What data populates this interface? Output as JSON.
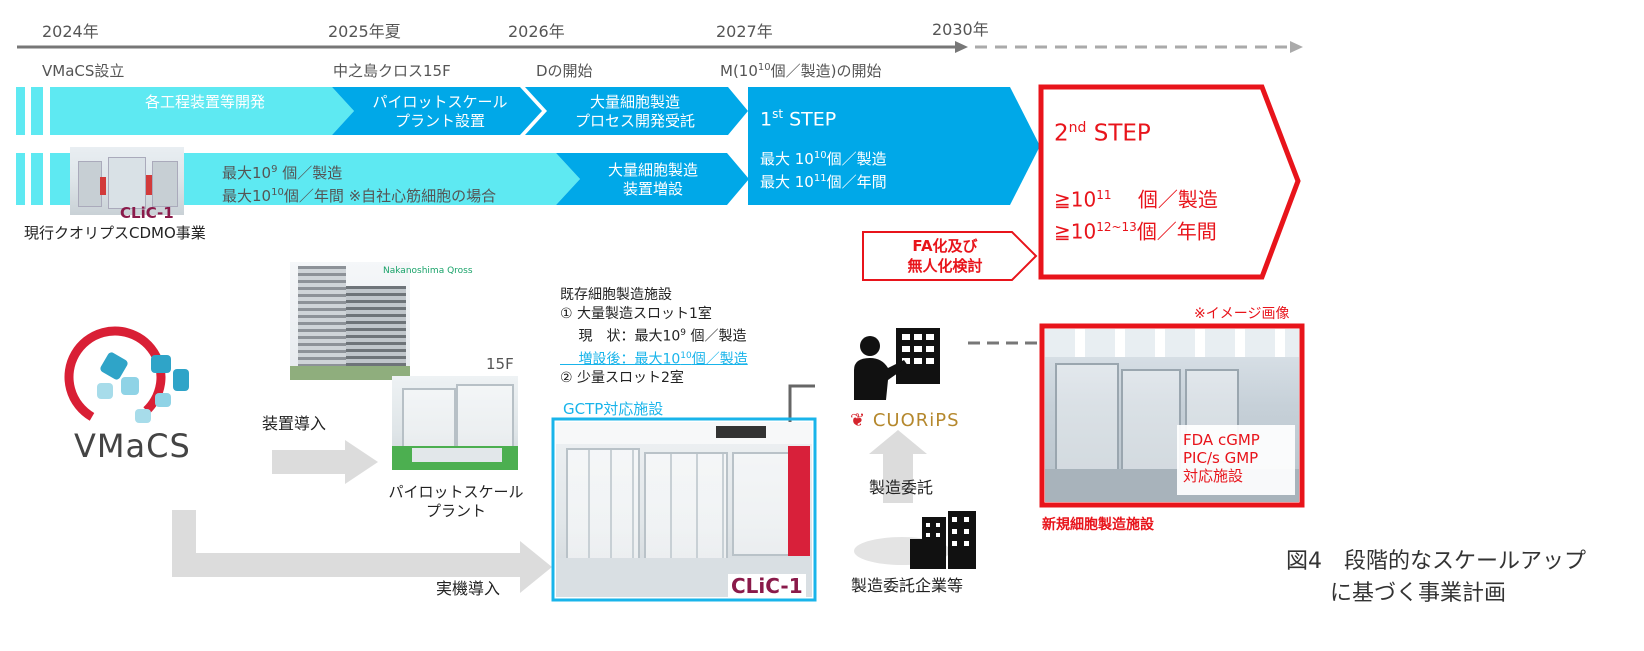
{
  "timeline": {
    "years": [
      "2024年",
      "2025年夏",
      "2026年",
      "2027年",
      "2030年"
    ],
    "milestones": [
      "VMaCS設立",
      "中之島クロス15F",
      "Dの開始",
      "M(10",
      "10",
      "個／製造)の開始"
    ]
  },
  "row1": {
    "dev": "各工程装置等開発",
    "pilot": [
      "パイロットスケール",
      "プラント設置"
    ],
    "process": [
      "大量細胞製造",
      "プロセス開発受託"
    ]
  },
  "row2": {
    "max1": "最大10",
    "exp9": "9",
    "unit1": " 個／製造",
    "max2": "最大10",
    "exp10": "10",
    "unit2": "個／年間 ※自社心筋細胞の場合",
    "expand": [
      "大量細胞製造",
      "装置増設"
    ]
  },
  "current_cdmo": "現行クオリプスCDMO事業",
  "clic_logo": "CLiC-1",
  "step1": {
    "title_pre": "1",
    "title_sup": "st",
    "title_post": " STEP",
    "line1_pre": "最大 10",
    "line1_sup": "10",
    "line1_post": "個／製造",
    "line2_pre": "最大 10",
    "line2_sup": "11",
    "line2_post": "個／年間"
  },
  "step2": {
    "title_pre": "2",
    "title_sup": "nd",
    "title_post": " STEP",
    "line1_pre": "≧10",
    "line1_sup": "11",
    "line1_post": "　 個／製造",
    "line2_pre": "≧10",
    "line2_sup": "12~13",
    "line2_post": "個／年間"
  },
  "fa": [
    "FA化及び",
    "無人化検討"
  ],
  "building_logo": "Nakanoshima Qross",
  "floor": "15F",
  "vmacs": "VMaCS",
  "equip_intro": "装置導入",
  "pilot_plant": [
    "パイロットスケール",
    "プラント"
  ],
  "real_intro": "実機導入",
  "existing": {
    "title": "既存細胞製造施設",
    "l1": "① 大量製造スロット1室",
    "l2_pre": "　 現　状：最大10",
    "l2_sup": "9",
    "l2_post": " 個／製造",
    "l3_pre": "　 増設後：最大10",
    "l3_sup": "10",
    "l3_post": "個／製造",
    "l4": "② 少量スロット2室"
  },
  "gctp": "GCTP対応施設",
  "cuorips": "CUORiPS",
  "contract": "製造委託",
  "contract_co": "製造委託企業等",
  "image_note": "※イメージ画像",
  "fda": [
    "FDA  cGMP",
    "PIC/s GMP",
    "対応施設"
  ],
  "new_facility": "新規細胞製造施設",
  "caption": [
    "図4　段階的なスケールアップ",
    "　　に基づく事業計画"
  ],
  "colors": {
    "cyan_light": "#5ee9f2",
    "blue": "#00a8e8",
    "red": "#e8141b"
  }
}
